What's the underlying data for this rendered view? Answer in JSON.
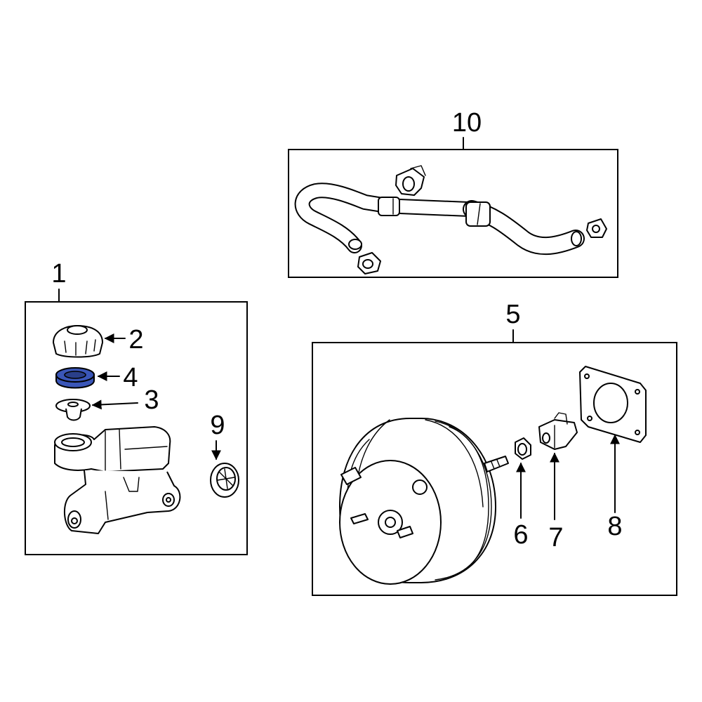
{
  "highlight_color": "#3a56b8",
  "highlighted_part": "4",
  "callouts": {
    "c1": "1",
    "c2": "2",
    "c3": "3",
    "c4": "4",
    "c5": "5",
    "c6": "6",
    "c7": "7",
    "c8": "8",
    "c9": "9",
    "c10": "10"
  }
}
